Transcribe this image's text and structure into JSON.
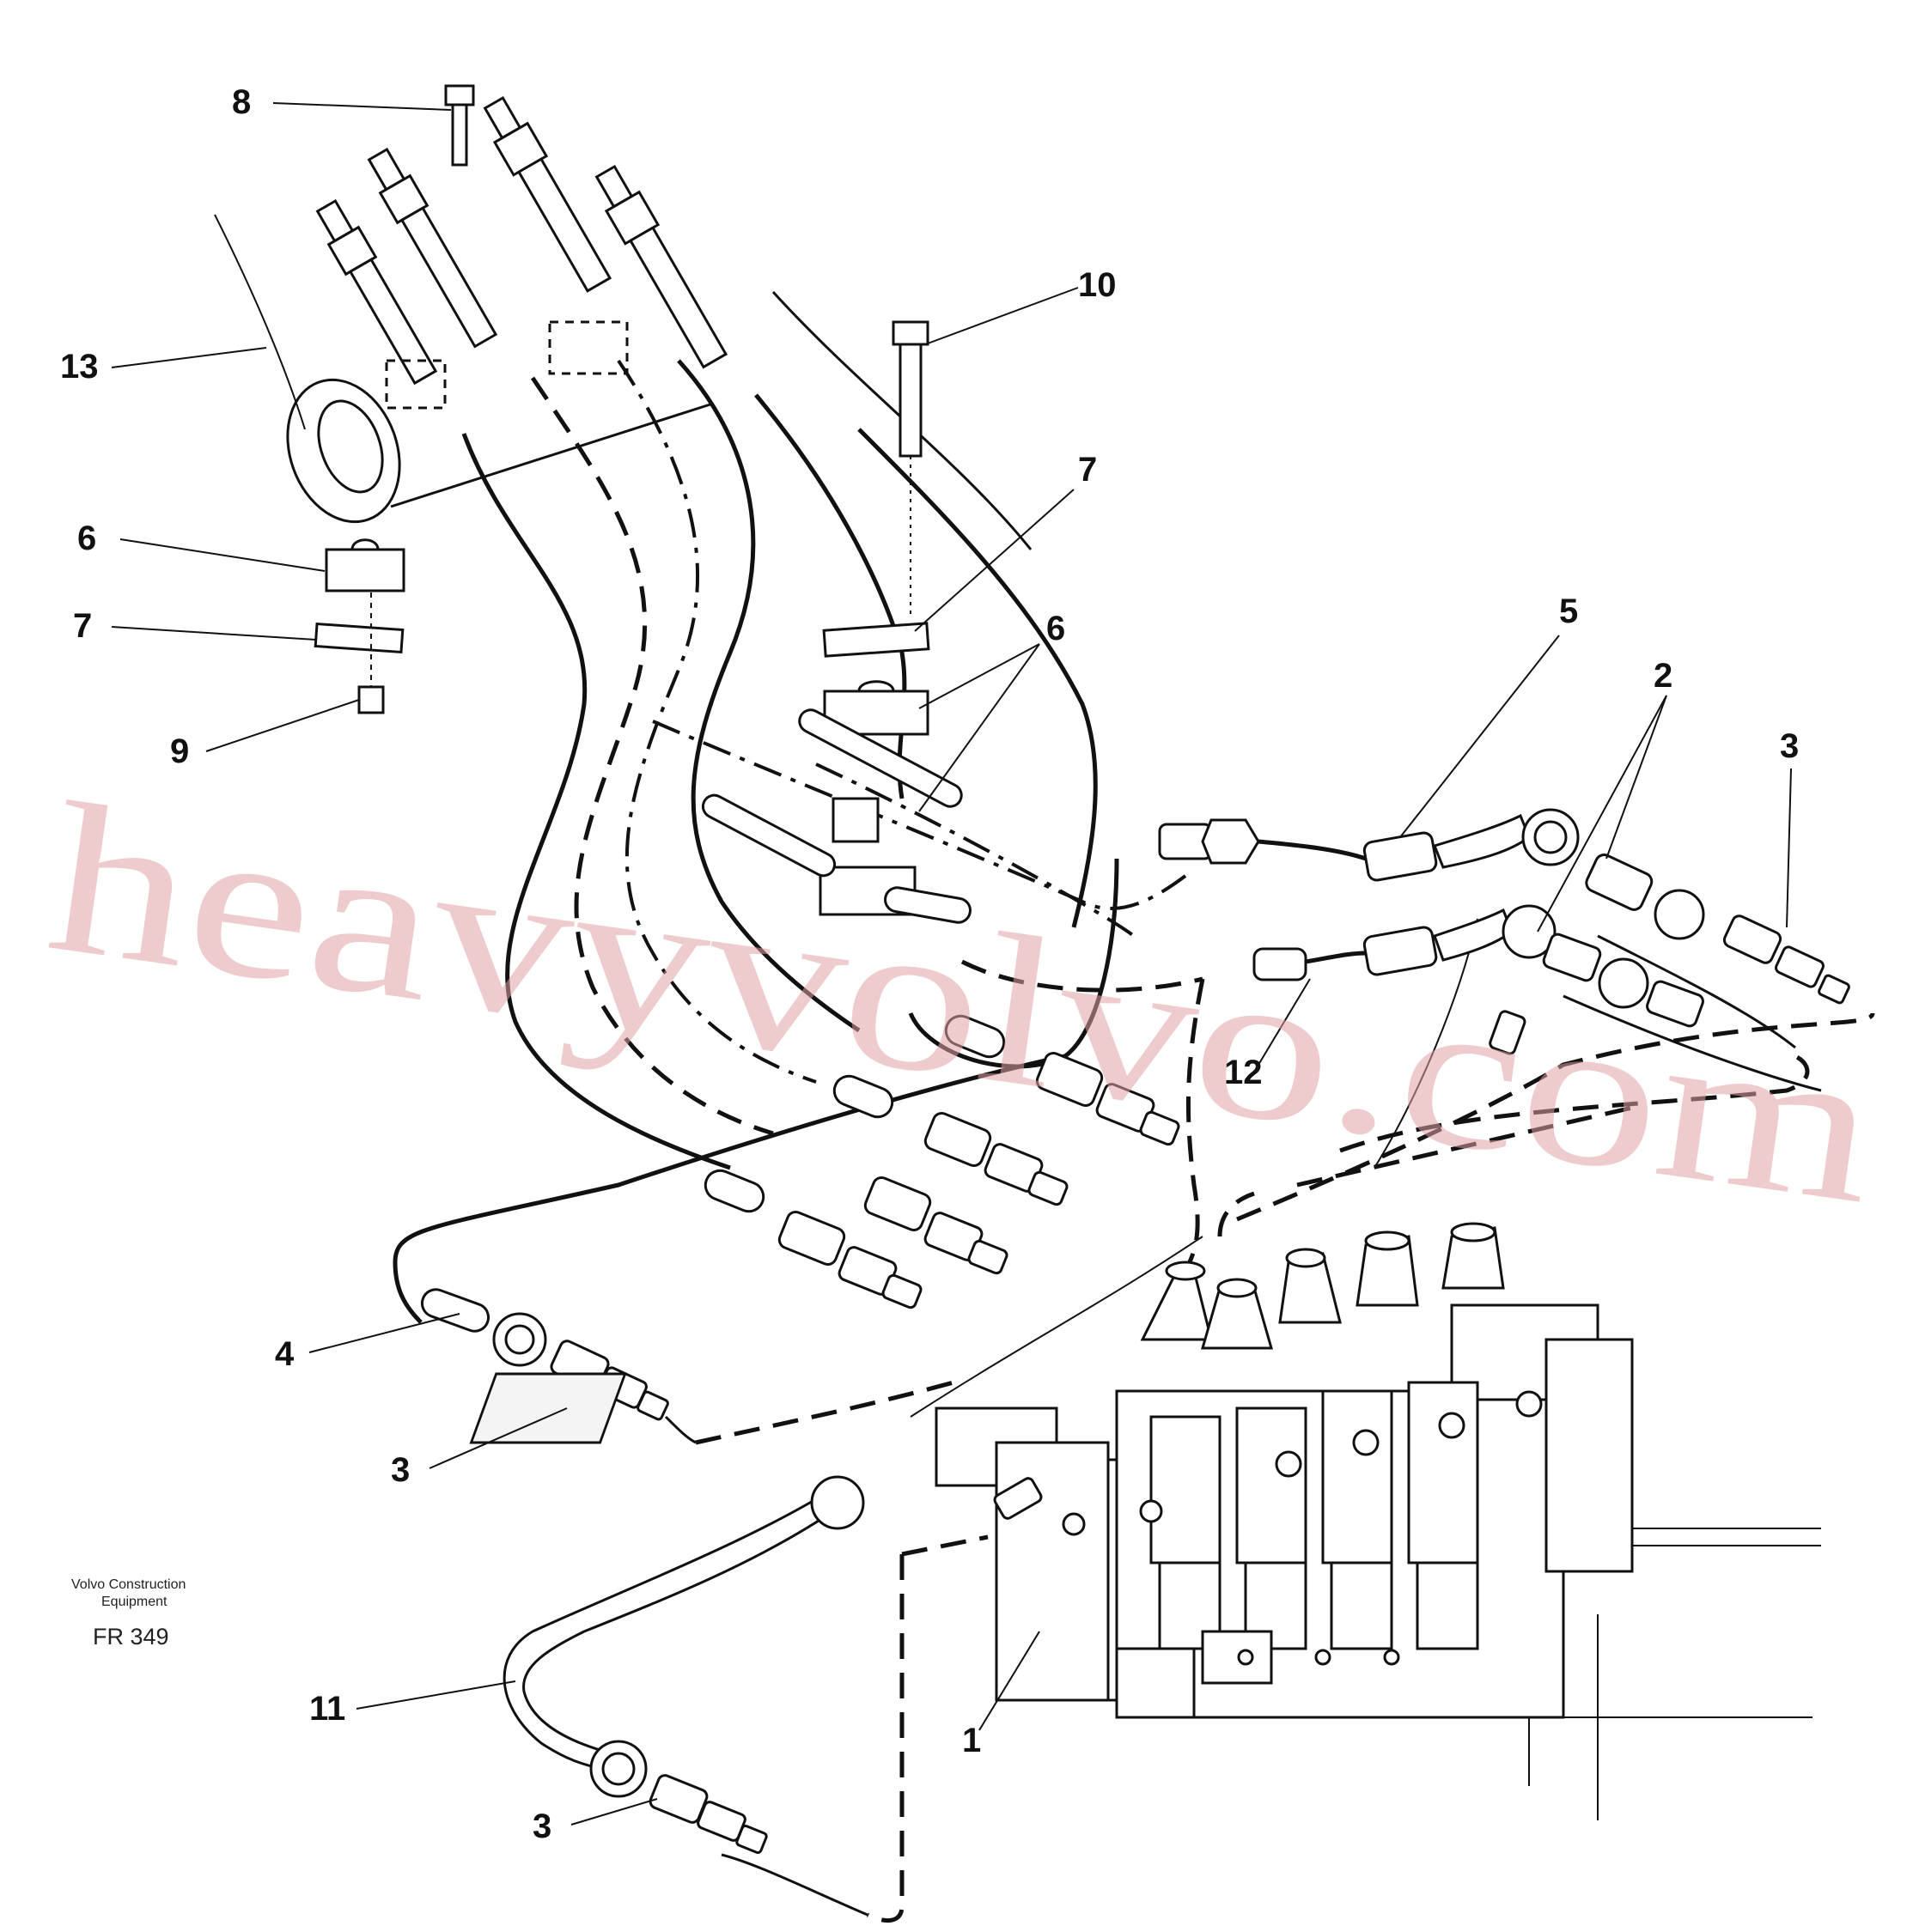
{
  "callouts": {
    "c8": "8",
    "c10": "10",
    "c13": "13",
    "c6a": "6",
    "c7a": "7",
    "c9": "9",
    "c7b": "7",
    "c6b": "6",
    "c5": "5",
    "c2": "2",
    "c3a": "3",
    "c12": "12",
    "c4": "4",
    "c3b": "3",
    "c11": "11",
    "c1": "1",
    "c3c": "3"
  },
  "caption": {
    "line1": "Volvo Construction",
    "line2": "Equipment",
    "code": "FR 349"
  },
  "watermark": "heavyvolvo.com"
}
